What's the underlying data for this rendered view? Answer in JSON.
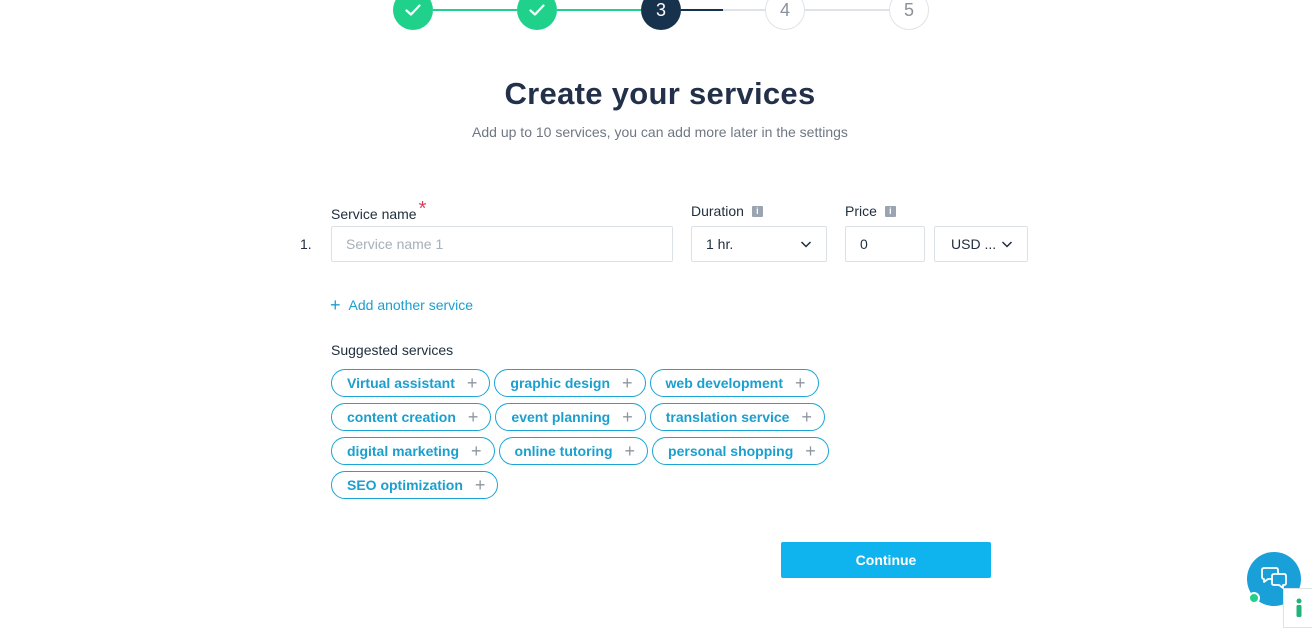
{
  "stepper": {
    "steps": [
      {
        "label": "",
        "state": "done"
      },
      {
        "label": "",
        "state": "done"
      },
      {
        "label": "3",
        "state": "active"
      },
      {
        "label": "4",
        "state": "pending"
      },
      {
        "label": "5",
        "state": "pending"
      }
    ]
  },
  "header": {
    "title": "Create your services",
    "subtitle": "Add up to 10 services, you can add more later in the settings"
  },
  "form": {
    "service_name_label": "Service name",
    "required_mark": "*",
    "duration_label": "Duration",
    "price_label": "Price",
    "row_number": "1.",
    "service_name_placeholder": "Service name 1",
    "service_name_value": "",
    "duration_value": "1 hr.",
    "price_value": "0",
    "currency_value": "USD ..."
  },
  "add_link": {
    "plus": "+",
    "label": "Add another service"
  },
  "suggested": {
    "label": "Suggested services",
    "rows": [
      [
        "Virtual assistant",
        "graphic design",
        "web development"
      ],
      [
        "content creation",
        "event planning",
        "translation service"
      ],
      [
        "digital marketing",
        "online tutoring",
        "personal shopping"
      ],
      [
        "SEO optimization"
      ]
    ]
  },
  "actions": {
    "continue_label": "Continue"
  },
  "colors": {
    "accent": "#0fb4ee",
    "done": "#1fd18a",
    "active": "#17324d",
    "link": "#1a9fcf",
    "required": "#e23b5a"
  }
}
